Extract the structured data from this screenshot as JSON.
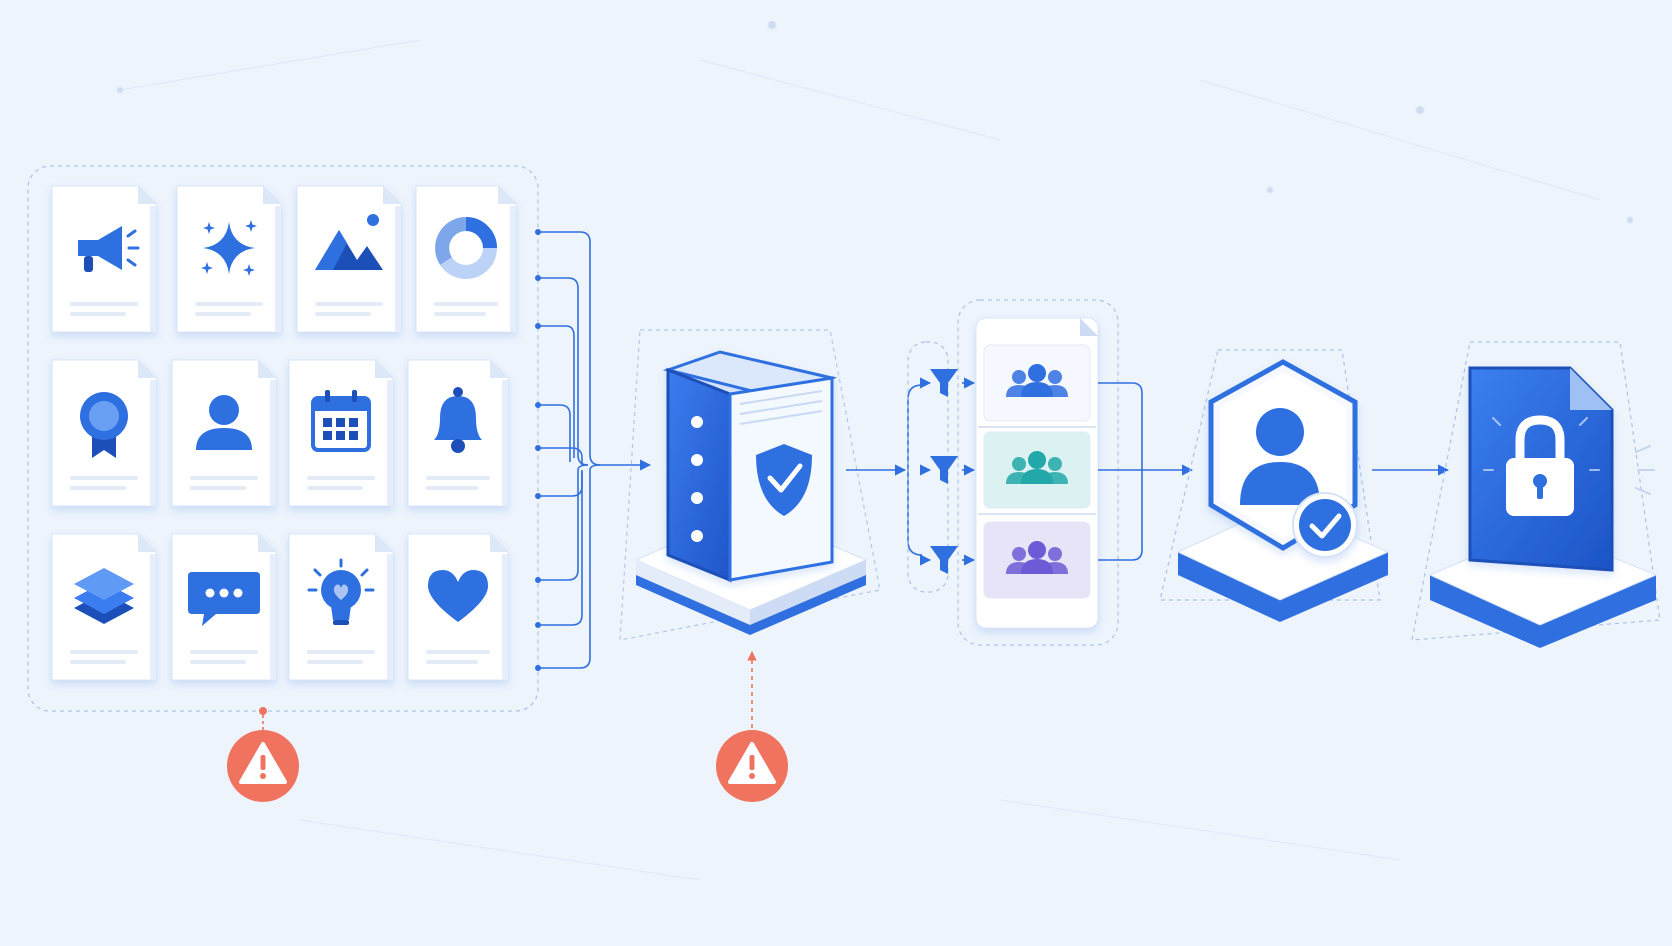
{
  "colors": {
    "background": "#eef4fc",
    "primary": "#2f6fe0",
    "primary_dark": "#1f4fb8",
    "primary_light": "#bcd3f7",
    "card": "#ffffff",
    "connector": "#2f6fe0",
    "warning": "#f07360",
    "teal": "#22a8a8",
    "teal_bg": "#dcf2f2",
    "purple": "#6b5bd6",
    "purple_bg": "#e7e4f8"
  },
  "source_documents": [
    {
      "icon": "megaphone-icon"
    },
    {
      "icon": "sparkle-icon"
    },
    {
      "icon": "mountain-image-icon"
    },
    {
      "icon": "donut-chart-icon"
    },
    {
      "icon": "award-ribbon-icon"
    },
    {
      "icon": "user-icon"
    },
    {
      "icon": "calendar-icon"
    },
    {
      "icon": "bell-icon"
    },
    {
      "icon": "layers-icon"
    },
    {
      "icon": "chat-bubble-icon"
    },
    {
      "icon": "lightbulb-icon"
    },
    {
      "icon": "heart-icon"
    }
  ],
  "stages": [
    {
      "id": "document-sources",
      "icon": "documents-grid"
    },
    {
      "id": "secure-database",
      "icon": "shield-check-icon"
    },
    {
      "id": "audience-filters",
      "icon": "filter-icon"
    },
    {
      "id": "verified-identity",
      "icon": "user-check-icon"
    },
    {
      "id": "locked-document",
      "icon": "padlock-icon"
    }
  ],
  "audience_groups": [
    {
      "icon": "group-icon",
      "color": "#2f6fe0"
    },
    {
      "icon": "group-icon",
      "color": "#22a8a8"
    },
    {
      "icon": "group-icon",
      "color": "#6b5bd6"
    }
  ],
  "warnings": [
    {
      "icon": "warning-icon",
      "target": "document-sources"
    },
    {
      "icon": "warning-icon",
      "target": "secure-database"
    }
  ]
}
